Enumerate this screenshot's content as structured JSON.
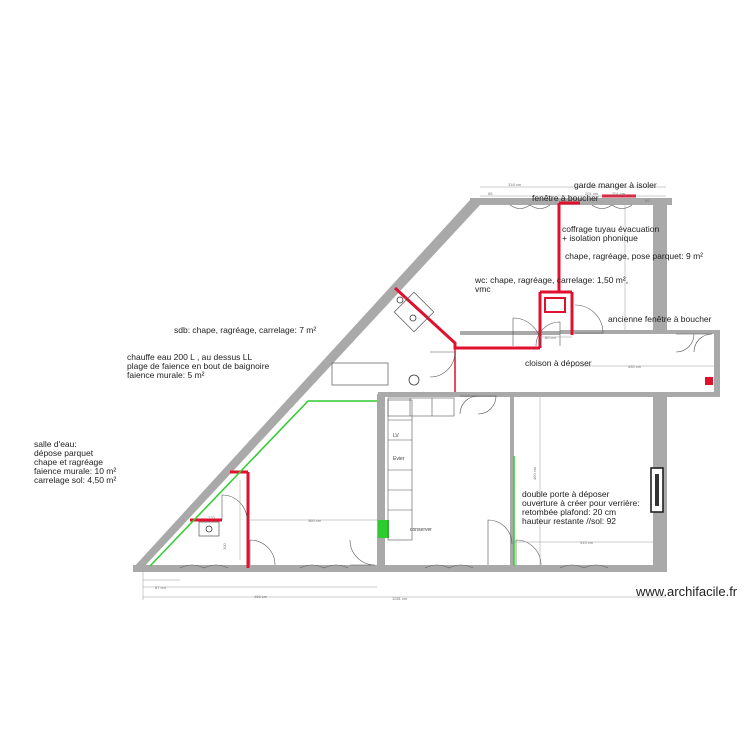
{
  "annotations": {
    "garde_manger": "garde manger à isoler",
    "fenetre_boucher_top": "fenêtre à boucher",
    "coffrage_1": "coffrage tuyau évacuation",
    "coffrage_2": "+ isolation phonique",
    "chape_parquet": "chape, ragréage, pose parquet: 9 m²",
    "wc_1": "wc: chape, ragréage, carrelage: 1,50 m²,",
    "wc_2": "vmc",
    "sdb": "sdb: chape, ragréage, carrelage: 7 m²",
    "ancienne_fenetre": "ancienne fenêtre à boucher",
    "chauffe_1": "chauffe eau 200 L , au dessus LL",
    "chauffe_2": "plage de faience en bout de baignoire",
    "chauffe_3": "faience murale: 5 m²",
    "cloison": "cloison à déposer",
    "salle_1": "salle d'eau:",
    "salle_2": "dépose parquet",
    "salle_3": "chape et ragréage",
    "salle_4": "faience murale: 10 m²",
    "salle_5": "carrelage sol: 4,50 m²",
    "double_1": "double porte à déposer",
    "double_2": "ouverture à créer pour verrière:",
    "double_3": "retombée plafond: 20 cm",
    "double_4": "hauteur restante //sol: 92",
    "conserver": "conserver",
    "lv": "LV",
    "evier": "Evier"
  },
  "watermark": "www.archifacile.fr",
  "dimensions": {
    "d_top1": "318 cm",
    "d_top2": "65",
    "d_top3": "201 cm",
    "d_top4": "201 cm",
    "d_top5": "55",
    "d_wc": "80 cm",
    "d_couloir": "430 cm",
    "d_salle_w": "360 cm",
    "d_double_w": "315 cm",
    "d_double_h": "460 cm",
    "d_bottom_total": "1281 cm",
    "d_bottom_left": "466 cm",
    "d_bottom_small": "67 cm",
    "d_small_a": "120",
    "d_small_b": "100"
  },
  "colors": {
    "wall": "#a9a9a9",
    "demolish": "#e0102f",
    "new_wall": "#2ecc2e",
    "text": "#222222"
  }
}
